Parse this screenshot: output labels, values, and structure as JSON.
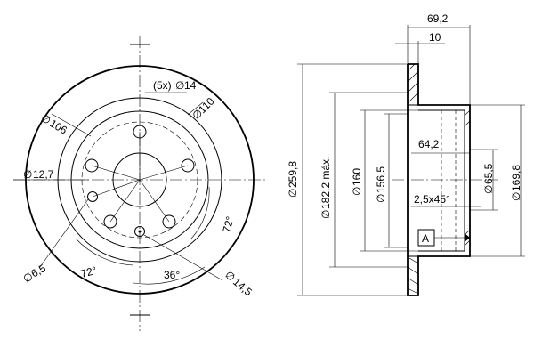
{
  "front_view": {
    "bolt_hole_label": "(5x)",
    "bolt_hole_diameter": "14",
    "pcd_diameter": "110",
    "hub_diameter": "106",
    "center_hole_diameter": "12,7",
    "small_hole_diameter": "6,5",
    "angle_left": "72°",
    "angle_right": "72°",
    "angle_bottom": "36°",
    "bottom_diameter": "14,5"
  },
  "side_view": {
    "overall_height": "69,2",
    "disc_thickness": "10",
    "outer_diameter": "259,8",
    "max_diameter": "182,2 máx.",
    "diameter_160": "160",
    "diameter_156_5": "156,5",
    "hat_depth": "64,2",
    "chamfer": "2,5x45°",
    "diameter_65_5": "65,5",
    "diameter_169_8": "169,8",
    "datum_label": "A"
  },
  "symbols": {
    "diameter": "∅"
  }
}
